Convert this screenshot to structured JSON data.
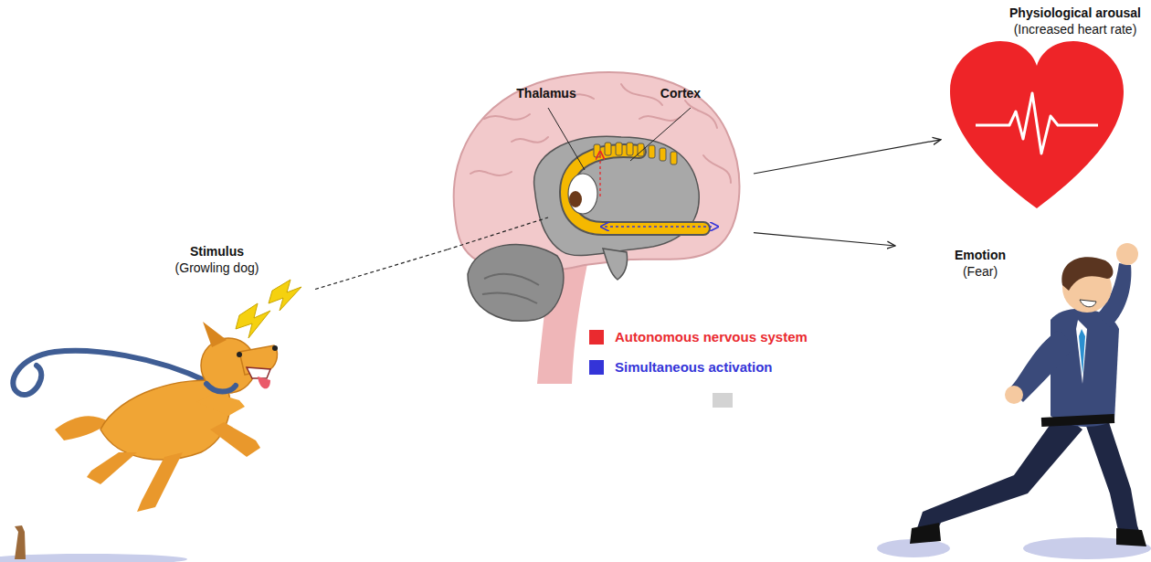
{
  "diagram": {
    "nodes": [
      {
        "text": [
          "Stimulus",
          "(Growling dog)"
        ]
      },
      {
        "text": [
          "Thalamus",
          "Cortex"
        ]
      },
      {
        "text": [
          "Physiological arousal",
          "(Increased heart rate)"
        ]
      },
      {
        "text": [
          "Emotion",
          "(Fear)"
        ]
      }
    ],
    "edges": [
      {
        "from": 0,
        "to": 1,
        "arrow": "none"
      },
      {
        "from": 1,
        "to": 2,
        "arrow": "to"
      },
      {
        "from": 1,
        "to": 3,
        "arrow": "to"
      }
    ],
    "legend": [
      {
        "text": "Autonomous nervous system",
        "color": "#ea2a2f"
      },
      {
        "text": "Simultaneous activation",
        "color": "#3434d8"
      }
    ]
  }
}
